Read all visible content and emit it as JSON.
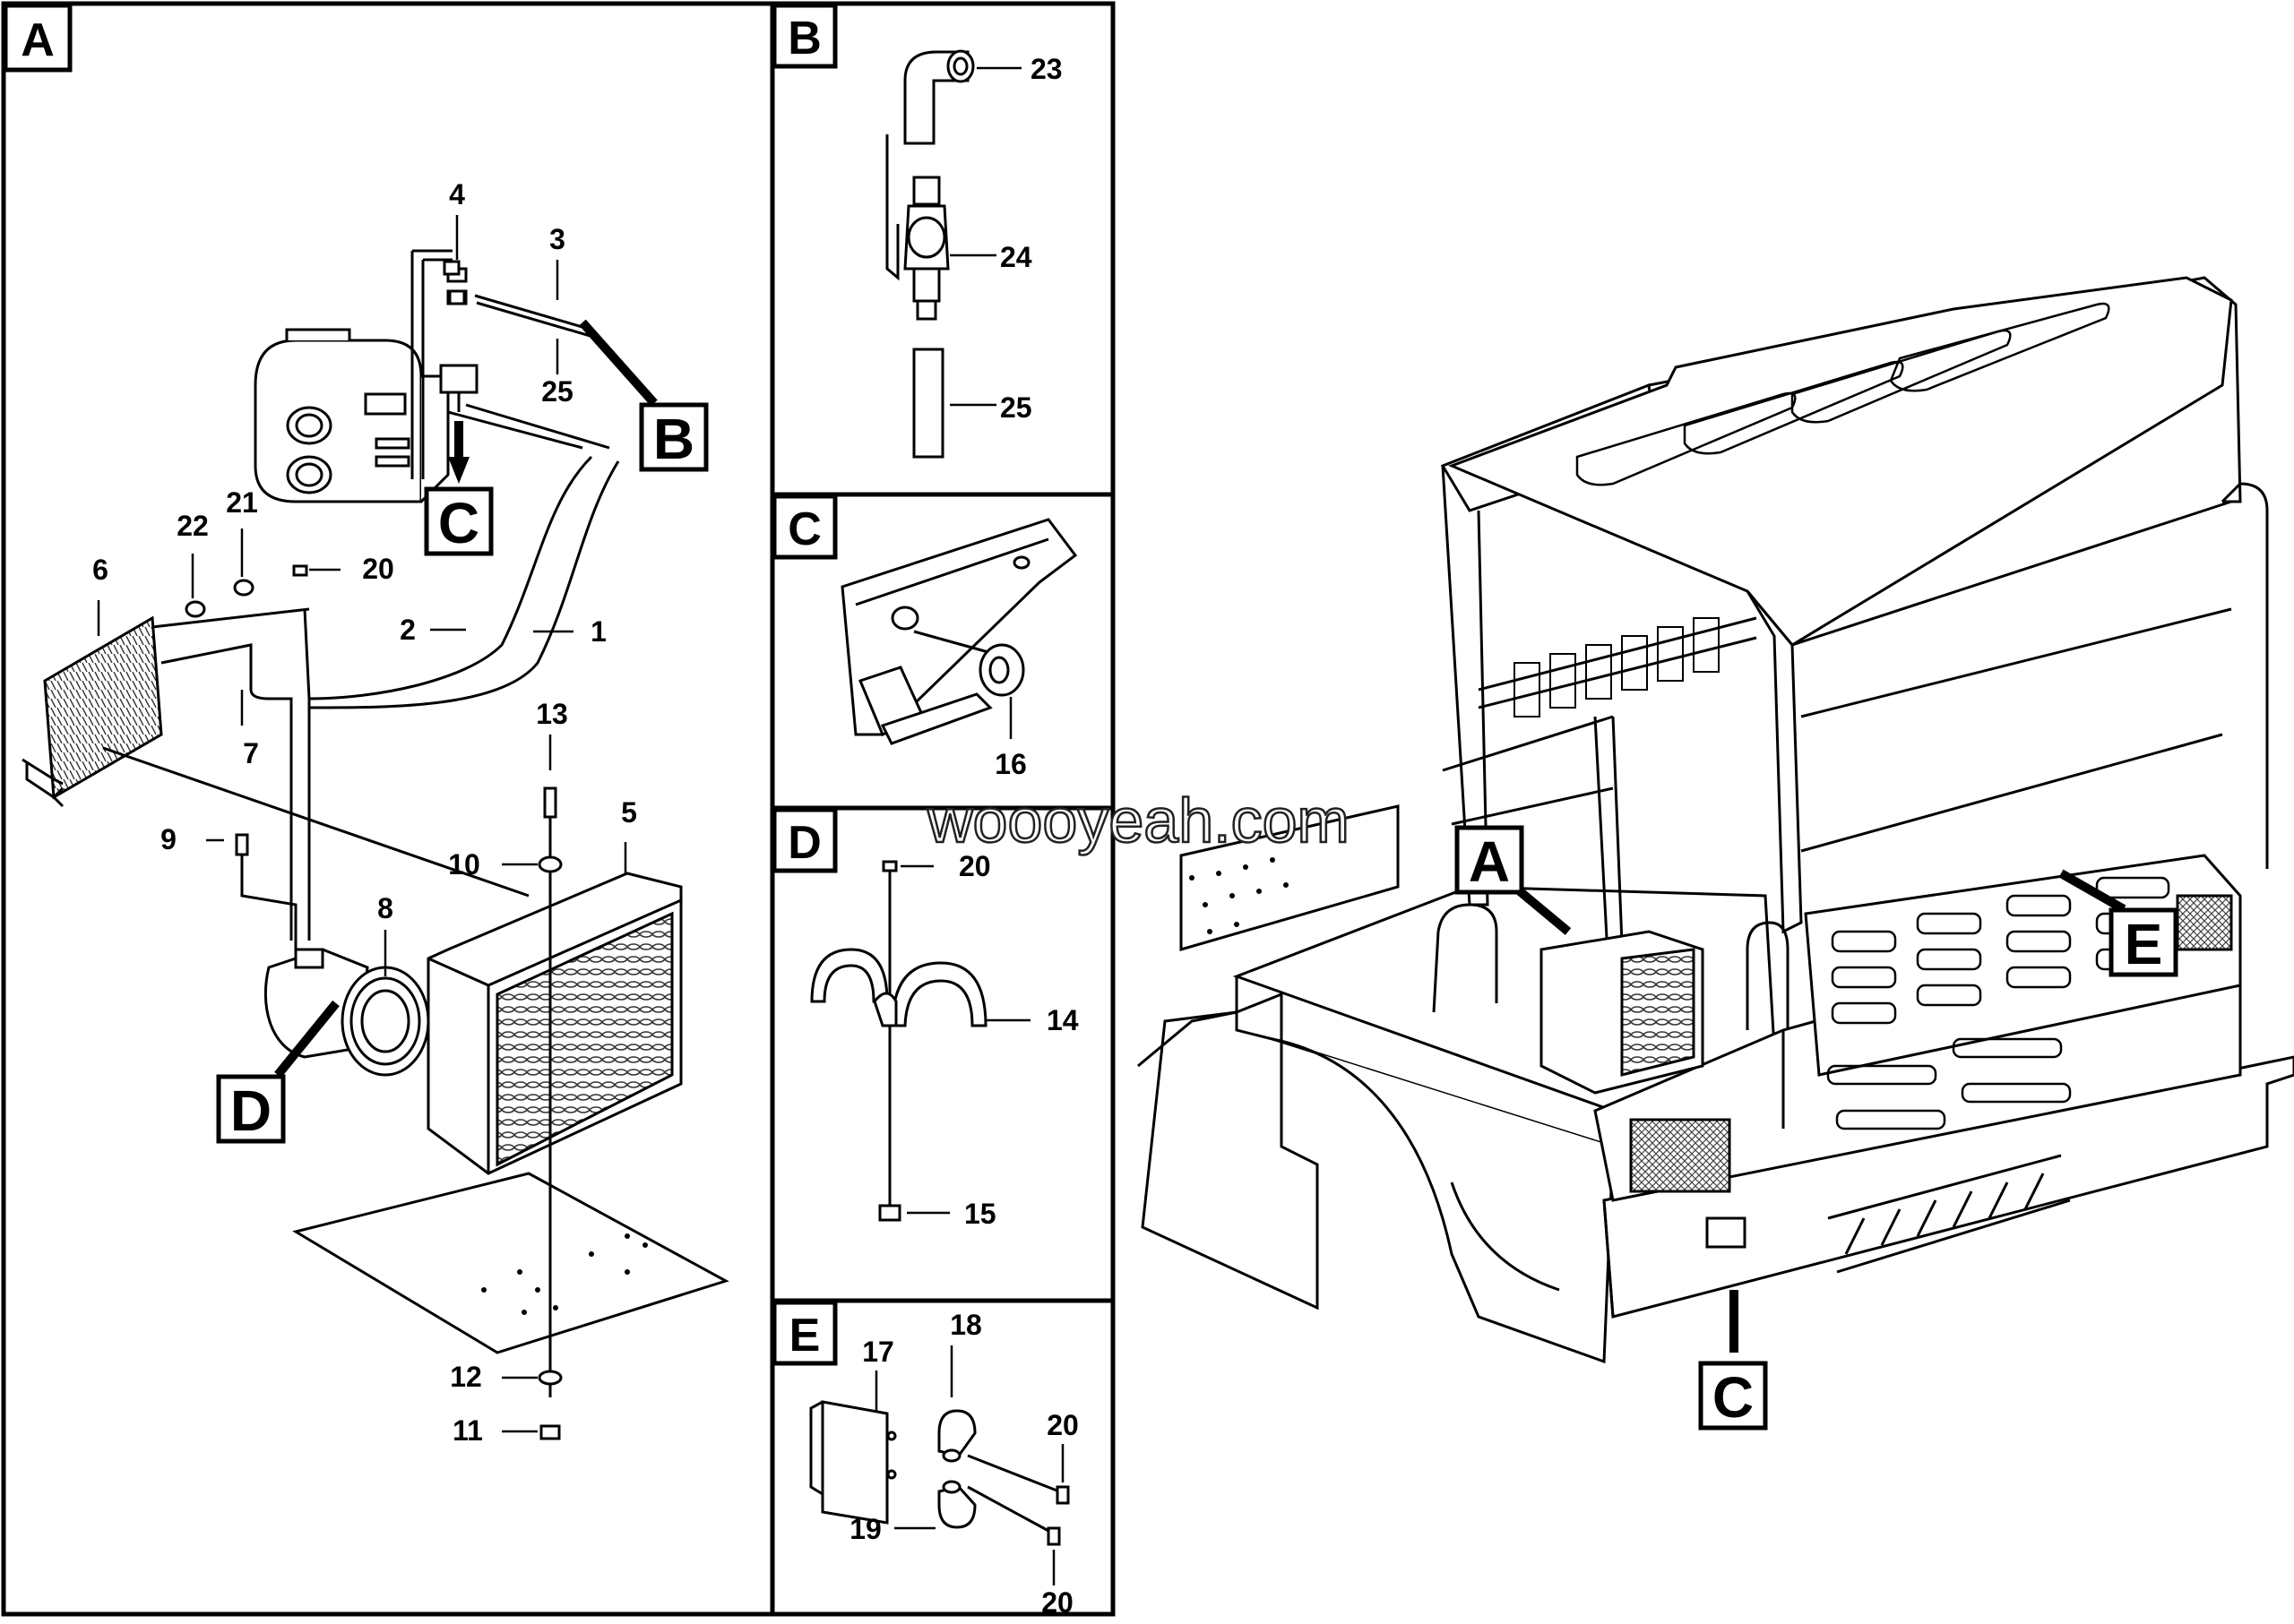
{
  "panels": {
    "a": {
      "letter": "A"
    },
    "b": {
      "letter": "B"
    },
    "c": {
      "letter": "C"
    },
    "d": {
      "letter": "D"
    },
    "e": {
      "letter": "E"
    }
  },
  "callouts": {
    "a_b": "B",
    "a_c": "C",
    "a_d": "D",
    "truck_a": "A",
    "truck_e": "E",
    "truck_c": "C"
  },
  "parts": {
    "p1": "1",
    "p2": "2",
    "p3": "3",
    "p4": "4",
    "p5": "5",
    "p6": "6",
    "p7": "7",
    "p8": "8",
    "p9": "9",
    "p10": "10",
    "p11": "11",
    "p12": "12",
    "p13": "13",
    "p14": "14",
    "p15": "15",
    "p16": "16",
    "p17": "17",
    "p18": "18",
    "p19": "19",
    "p20": "20",
    "p21": "21",
    "p22": "22",
    "p23": "23",
    "p24": "24",
    "p25": "25"
  },
  "watermark": "woooyeah.com"
}
